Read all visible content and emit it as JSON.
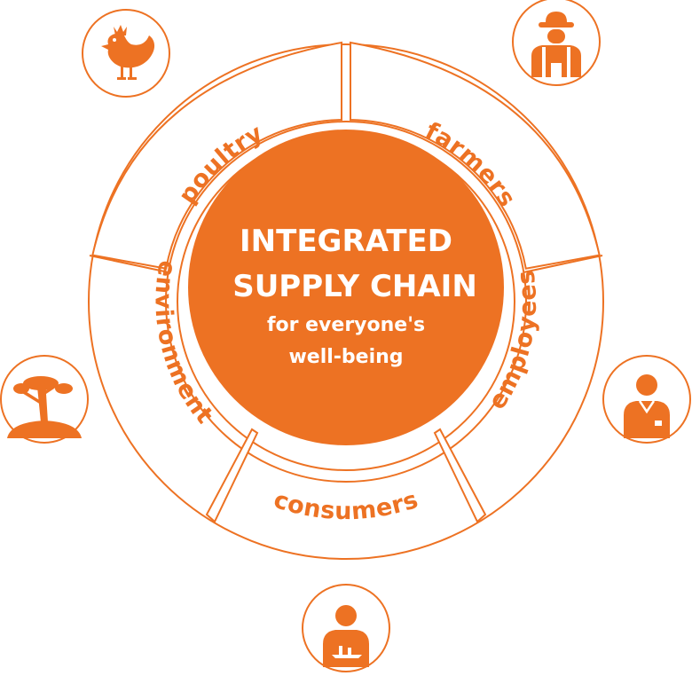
{
  "colors": {
    "primary": "#ED7223",
    "background": "#FFFFFF",
    "center_text": "#FFFFFF"
  },
  "center": {
    "title_line1": "INTEGRATED",
    "title_line2": "SUPPLY CHAIN",
    "subtitle_line1": "for everyone's",
    "subtitle_line2": "well-being"
  },
  "segments": [
    {
      "key": "poultry",
      "label": "poultry",
      "icon": "chicken-icon"
    },
    {
      "key": "farmers",
      "label": "farmers",
      "icon": "farmer-icon"
    },
    {
      "key": "employees",
      "label": "employees",
      "icon": "employee-icon"
    },
    {
      "key": "consumers",
      "label": "consumers",
      "icon": "consumer-icon"
    },
    {
      "key": "environment",
      "label": "environment",
      "icon": "tree-icon"
    }
  ]
}
